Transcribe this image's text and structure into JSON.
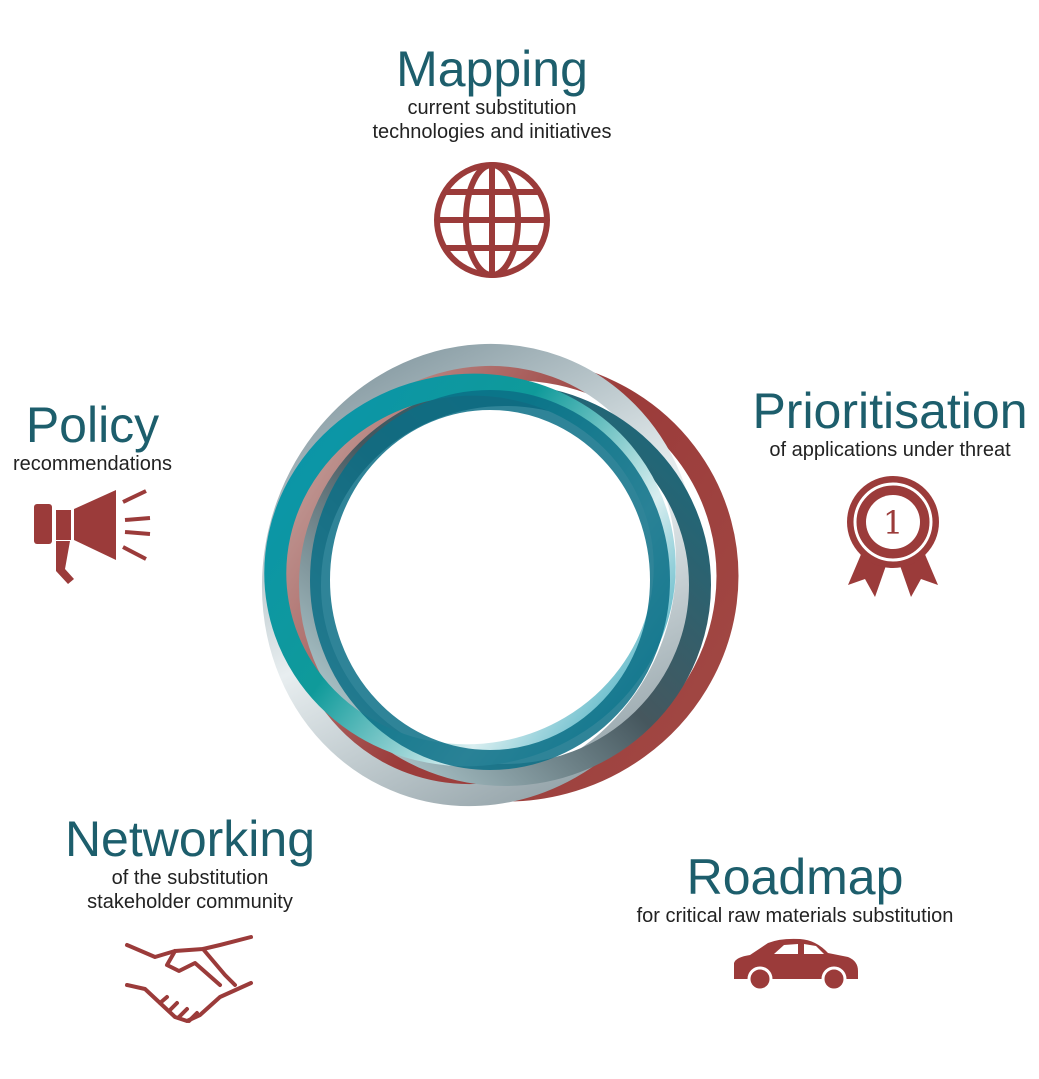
{
  "colors": {
    "title": "#1d5e6c",
    "icon": "#9b3b3a",
    "ring_teal": "#0e8fa8",
    "ring_dark": "#46575e",
    "ring_red": "#9b3b3a"
  },
  "items": [
    {
      "title": "Mapping",
      "subtitle": [
        "current substitution",
        "technologies and initiatives"
      ],
      "icon": "globe-icon"
    },
    {
      "title": "Prioritisation",
      "subtitle": [
        "of applications under threat"
      ],
      "icon": "award-ribbon-icon",
      "badge_text": "1"
    },
    {
      "title": "Roadmap",
      "subtitle": [
        "for critical raw materials substitution"
      ],
      "icon": "car-icon"
    },
    {
      "title": "Networking",
      "subtitle": [
        "of the substitution",
        "stakeholder community"
      ],
      "icon": "handshake-icon"
    },
    {
      "title": "Policy",
      "subtitle": [
        "recommendations"
      ],
      "icon": "megaphone-icon"
    }
  ]
}
